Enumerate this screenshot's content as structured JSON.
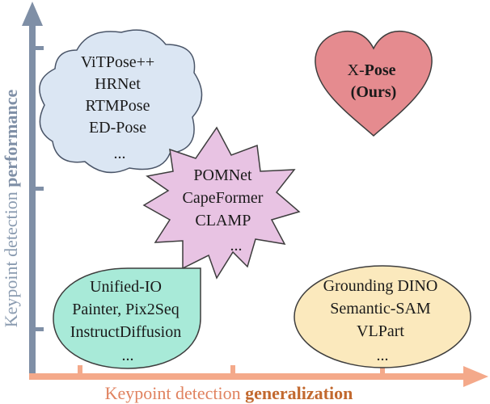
{
  "axes": {
    "y_label_plain": "Keypoint detection ",
    "y_label_bold": "performance",
    "x_label_plain": "Keypoint detection ",
    "x_label_bold": "generalization",
    "y_color": "#7f8fa6",
    "x_color": "#f4a98a",
    "y_label_color": "#8a9bb0",
    "x_label_color": "#e0825f",
    "x_label_bold_color": "#c2692f"
  },
  "cloud": {
    "lines": [
      "ViTPose++",
      "HRNet",
      "RTMPose",
      "ED-Pose",
      "..."
    ],
    "fill": "#dbe6f3"
  },
  "star": {
    "lines": [
      "POMNet",
      "CapeFormer",
      "CLAMP",
      "..."
    ],
    "fill": "#e8c3e3"
  },
  "heart": {
    "line1_plain": "X-",
    "line1_bold": "Pose",
    "line2": "(Ours)",
    "fill": "#e58b8f"
  },
  "teal_shape": {
    "lines": [
      "Unified-IO",
      "Painter, Pix2Seq",
      "InstructDiffusion",
      "..."
    ],
    "fill": "#a8ead8"
  },
  "ellipse": {
    "lines": [
      "Grounding DINO",
      "Semantic-SAM",
      "VLPart",
      "..."
    ],
    "fill": "#fbe9bd"
  }
}
